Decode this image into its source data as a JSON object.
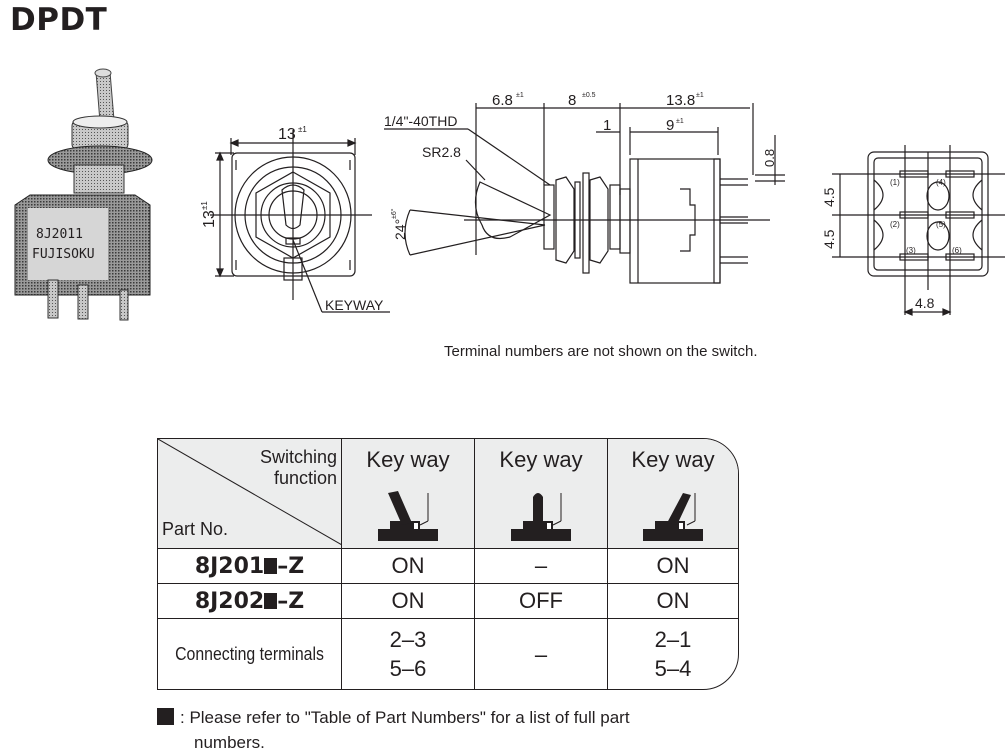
{
  "title": "DPDT",
  "photo": {
    "label_line1": "8J2011",
    "label_line2": "FUJISOKU"
  },
  "front_view": {
    "width_dim": "13",
    "width_tol": "±1",
    "height_dim": "13",
    "height_tol": "±1",
    "keyway_label": "KEYWAY"
  },
  "side_view": {
    "thread_label": "1/4\"-40THD",
    "sr_label": "SR2.8",
    "angle_dim": "24°",
    "angle_tol": "±6°",
    "dim_a": "6.8",
    "dim_a_tol": "±1",
    "dim_b": "8",
    "dim_b_tol": "±0.5",
    "dim_c": "13.8",
    "dim_c_tol": "±1",
    "dim_d": "1",
    "dim_e": "9",
    "dim_e_tol": "±1",
    "dim_f": "0.8"
  },
  "bottom_view": {
    "pitch_v1": "4.5",
    "pitch_v2": "4.5",
    "pitch_h": "4.8",
    "terminals": [
      "(1)",
      "(2)",
      "(3)",
      "(4)",
      "(5)",
      "(6)"
    ]
  },
  "terminal_note": "Terminal numbers are not shown on the switch.",
  "table": {
    "corner_top": "Switching function",
    "corner_top_l1": "Switching",
    "corner_top_l2": "function",
    "corner_bottom": "Part No.",
    "columns": [
      {
        "label": "Key way",
        "position": "left"
      },
      {
        "label": "Key way",
        "position": "center"
      },
      {
        "label": "Key way",
        "position": "right"
      }
    ],
    "rows": [
      {
        "part_prefix": "8J201",
        "part_suffix": "–Z",
        "values": [
          "ON",
          "–",
          "ON"
        ]
      },
      {
        "part_prefix": "8J202",
        "part_suffix": "–Z",
        "values": [
          "ON",
          "OFF",
          "ON"
        ]
      }
    ],
    "terminals_row": {
      "label": "Connecting terminals",
      "values": [
        [
          "2–3",
          "5–6"
        ],
        [
          "–"
        ],
        [
          "2–1",
          "5–4"
        ]
      ]
    }
  },
  "footnote": {
    "line1": ": Please refer to \"Table of Part Numbers\"  for a list of full part",
    "line2": "numbers."
  }
}
